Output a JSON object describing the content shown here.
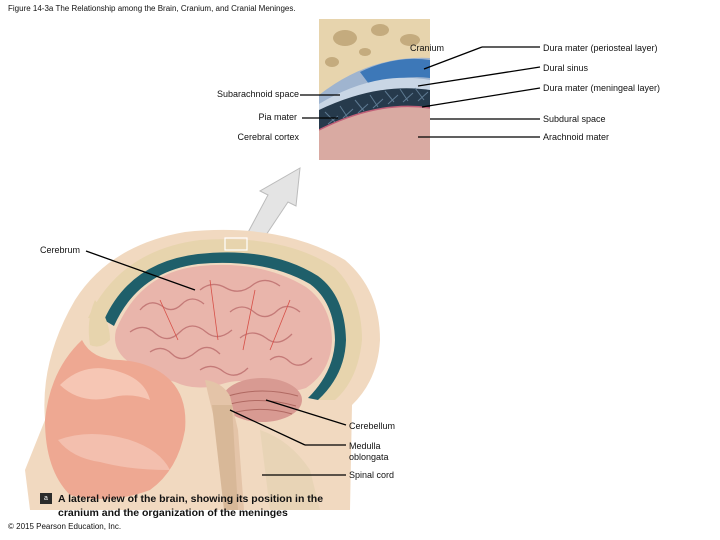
{
  "figure_title": "Figure 14-3a The Relationship among the Brain, Cranium, and Cranial Meninges.",
  "inset_labels": {
    "cranium": "Cranium",
    "dura_periosteal": "Dura mater (periosteal layer)",
    "dural_sinus": "Dural sinus",
    "dura_meningeal": "Dura mater (meningeal layer)",
    "subarachnoid": "Subarachnoid space",
    "pia_mater": "Pia mater",
    "subdural": "Subdural space",
    "cerebral_cortex": "Cerebral cortex",
    "arachnoid": "Arachnoid mater"
  },
  "main_labels": {
    "cerebrum": "Cerebrum",
    "cerebellum": "Cerebellum",
    "medulla": "Medulla oblongata",
    "spinal_cord": "Spinal cord"
  },
  "caption": {
    "badge": "a",
    "text": "A lateral view of the brain, showing its position in the cranium and the organization of the meninges"
  },
  "copyright": "© 2015 Pearson Education, Inc.",
  "colors": {
    "bone": "#e7d4ad",
    "bone_pores": "#c4ab7e",
    "dura": "#9fb4cf",
    "sinus": "#3d78b8",
    "subarachnoid": "#263a4c",
    "cortex": "#d9aaa2",
    "brain": "#e9b5ab",
    "skin": "#f0b8a0"
  }
}
